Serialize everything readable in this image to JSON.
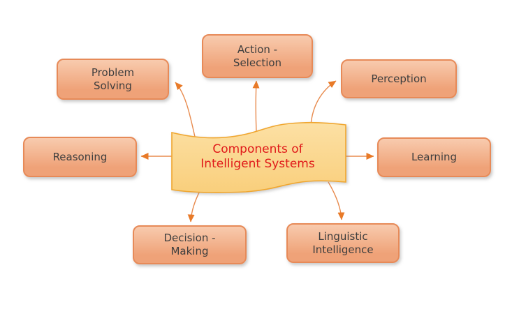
{
  "diagram": {
    "center": {
      "label": "Components of Intelligent Systems",
      "line1": "Components of",
      "line2": "Intelligent Systems"
    },
    "nodes": [
      {
        "id": "problem-solving",
        "label": "Problem Solving",
        "line1": "Problem",
        "line2": "Solving"
      },
      {
        "id": "action-selection",
        "label": "Action - Selection",
        "line1": "Action -",
        "line2": "Selection"
      },
      {
        "id": "perception",
        "label": "Perception",
        "line1": "Perception"
      },
      {
        "id": "reasoning",
        "label": "Reasoning",
        "line1": "Reasoning"
      },
      {
        "id": "learning",
        "label": "Learning",
        "line1": "Learning"
      },
      {
        "id": "decision-making",
        "label": "Decision - Making",
        "line1": "Decision -",
        "line2": "Making"
      },
      {
        "id": "linguistic-intelligence",
        "label": "Linguistic Intelligence",
        "line1": "Linguistic",
        "line2": "Intelligence"
      }
    ],
    "colors": {
      "bg": "#FFFFFF",
      "box_fill_top": "#F8CBAE",
      "box_fill_bottom": "#EFA278",
      "box_border": "#E78A58",
      "box_text": "#3E3E3E",
      "banner_fill_top": "#FCE0A4",
      "banner_fill_bottom": "#F9CF7C",
      "banner_border": "#F0A62F",
      "title_text": "#E01A1A",
      "arrow_line": "#E88B4E",
      "arrow_head": "#E87A28"
    }
  }
}
